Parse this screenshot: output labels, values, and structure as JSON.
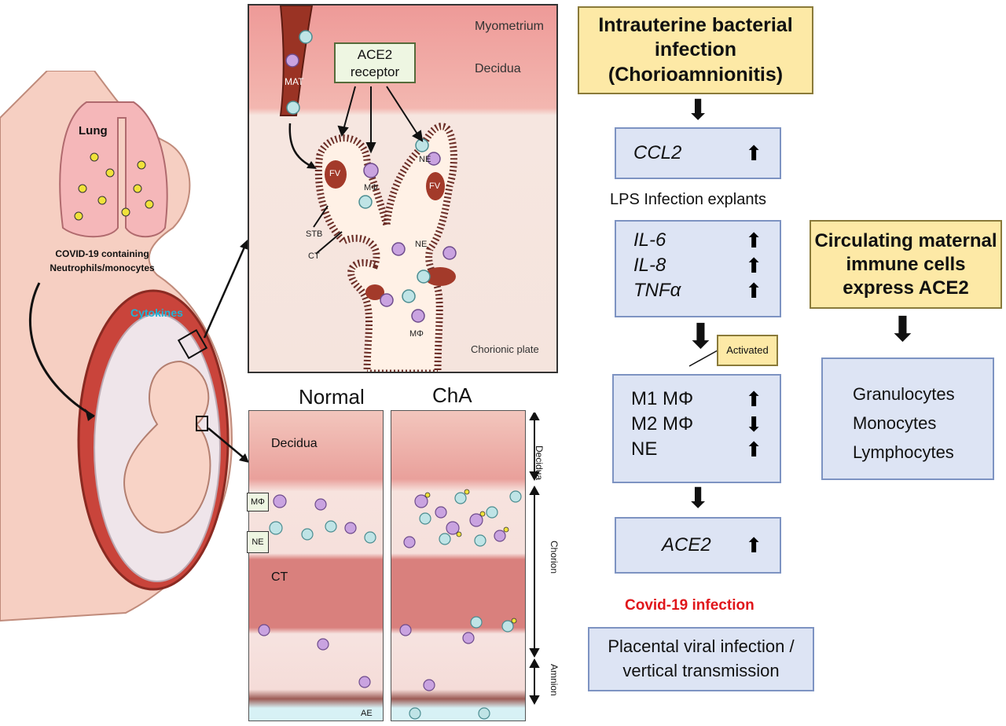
{
  "left_figure": {
    "lung_label": "Lung",
    "covid_label_line1": "COVID-19 containing",
    "covid_label_line2": "Neutrophils/monocytes",
    "cytokines_label": "Cytokines"
  },
  "villi_panel": {
    "myometrium": "Myometrium",
    "decidua": "Decidua",
    "ace2_line1": "ACE2",
    "ace2_line2": "receptor",
    "mat": "MAT",
    "fv1": "FV",
    "fv2": "FV",
    "mphi1": "MΦ",
    "mphi2": "MΦ",
    "ne1": "NE",
    "ne2": "NE",
    "stb": "STB",
    "ct": "CT",
    "chorionic_plate": "Chorionic plate"
  },
  "membrane_panel": {
    "normal_title": "Normal",
    "cha_title": "ChA",
    "decidua": "Decidua",
    "ct": "CT",
    "mphi_tag": "MΦ",
    "ne_tag": "NE",
    "ae": "AE",
    "side_decidua": "Decidua",
    "side_chorion": "Chorion",
    "side_amnion": "Amnion"
  },
  "flow": {
    "infection_box_line1": "Intrauterine bacterial",
    "infection_box_line2": "infection",
    "infection_box_line3": "(Chorioamnionitis)",
    "ccl2": "CCL2",
    "lps_label": "LPS Infection explants",
    "il6": "IL-6",
    "il8": "IL-8",
    "tnf": "TNFα",
    "activated": "Activated",
    "m1": "M1 MΦ",
    "m2": "M2 MΦ",
    "ne": "NE",
    "ace2": "ACE2",
    "covid_infection": "Covid-19 infection",
    "placental_line1": "Placental viral infection /",
    "placental_line2": "vertical transmission"
  },
  "maternal": {
    "box_line1": "Circulating maternal",
    "box_line2": "immune cells",
    "box_line3": "express ACE2",
    "cell1": "Granulocytes",
    "cell2": "Monocytes",
    "cell3": "Lymphocytes"
  },
  "colors": {
    "yellow_box": "#fde9a6",
    "blue_box": "#dde4f4",
    "covid_red": "#e0161b",
    "cytokine_cyan": "#1fb4d6"
  }
}
